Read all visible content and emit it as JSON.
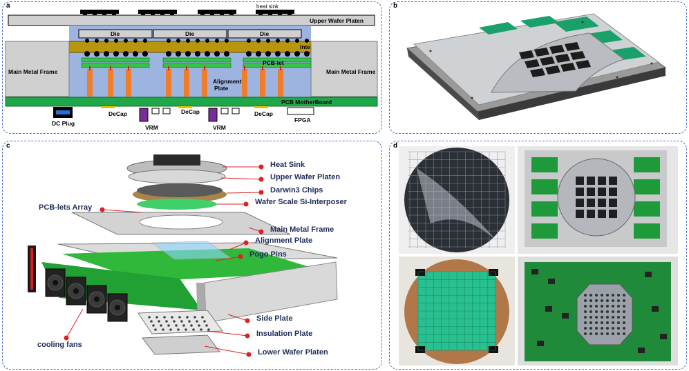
{
  "panel_a": {
    "letter": "a",
    "labels": {
      "heat_sink": "heat sink",
      "upper_wafer_platen": "Upper Wafer Platen",
      "die": "Die",
      "interposer": "Interposer",
      "main_metal_frame": "Main Metal Frame",
      "pcb_let": "PCB-let",
      "alignment_plate": [
        "Alignment",
        "Plate"
      ],
      "pcb_motherboard": "PCB MotherBoard",
      "dc_plug": "DC Plug",
      "decap": "DeCap",
      "vrm": "VRM",
      "fpga": "FPGA"
    },
    "colors": {
      "interposer": "#b8960c",
      "motherboard": "#1fa84a",
      "alignment": "#9db4e0",
      "pin": "#f07d2a",
      "vrm": "#7a2c9a"
    }
  },
  "panel_b": {
    "letter": "b"
  },
  "panel_c": {
    "letter": "c",
    "labels": {
      "heat_sink": "Heat Sink",
      "upper_wafer_platen": "Upper Wafer Platen",
      "darwin3_chips": "Darwin3 Chips",
      "wafer_scale_si_interposer": "Wafer Scale Si-Interposer",
      "pcb_lets_array": "PCB-lets Array",
      "main_metal_frame": "Main Metal Frame",
      "alignment_plate": "Alignment Plate",
      "pogo_pins": "Pogo Pins",
      "side_plate": "Side Plate",
      "insulation_plate": "Insulation Plate",
      "lower_wafer_platen": "Lower Wafer Platen",
      "cooling_fans": "cooling fans"
    },
    "colors": {
      "marker": "#e02020",
      "text": "#1f2d5a"
    }
  },
  "panel_d": {
    "letter": "d"
  }
}
